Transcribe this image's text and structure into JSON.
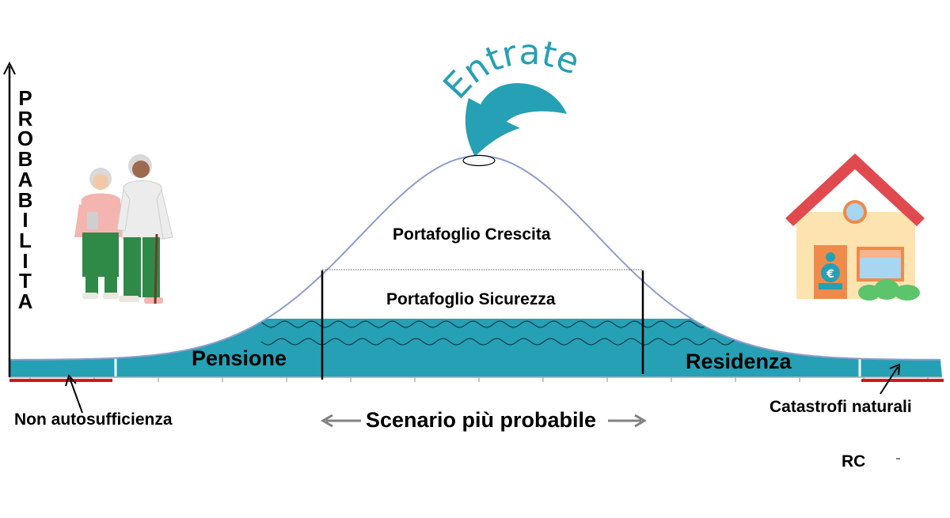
{
  "diagram": {
    "y_axis_label": "PROBABILITA",
    "entrate_label": "Entrate",
    "portafoglio_crescita": "Portafoglio Crescita",
    "portafoglio_sicurezza": "Portafoglio Sicurezza",
    "pensione": "Pensione",
    "residenza": "Residenza",
    "non_autosufficienza": "Non autosufficienza",
    "scenario": "Scenario più probabile",
    "catastrofi": "Catastrofi naturali",
    "rc": "RC",
    "house_coin_symbol": "€"
  },
  "colors": {
    "teal": "#26a0b4",
    "curve": "#8f9ccc",
    "red_marker": "#d9131a",
    "roof": "#e04a4f",
    "house_wall": "#fde3b0",
    "door": "#f08a4b",
    "window_blue": "#a8d5f0",
    "bush": "#5cc46a",
    "arrow_gray": "#808080"
  }
}
